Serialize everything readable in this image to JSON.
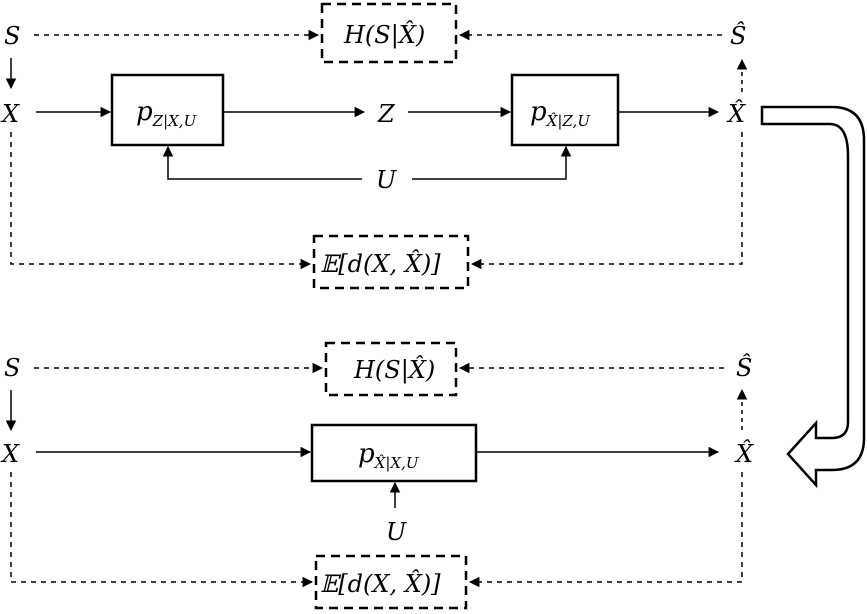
{
  "top_diagram": {
    "source_label": "S",
    "input_label": "X",
    "latent_label": "Z",
    "shared_label": "U",
    "output_label": "X̂",
    "estimate_label": "Ŝ",
    "encoder_box": {
      "main": "p",
      "subscript": "Z|X,U"
    },
    "decoder_box": {
      "main": "p",
      "subscript": "X̂|Z,U"
    },
    "leakage_metric": "H(S|X̂)",
    "distortion_metric": "𝔼[d(X, X̂)]"
  },
  "bottom_diagram": {
    "source_label": "S",
    "input_label": "X",
    "shared_label": "U",
    "output_label": "X̂",
    "estimate_label": "Ŝ",
    "mapping_box": {
      "main": "p",
      "subscript": "X̂|X,U"
    },
    "leakage_metric": "H(S|X̂)",
    "distortion_metric": "𝔼[d(X, X̂)]"
  },
  "colors": {
    "stroke": "#000000",
    "background": "#ffffff",
    "arrow_fill": "#ffffff"
  }
}
